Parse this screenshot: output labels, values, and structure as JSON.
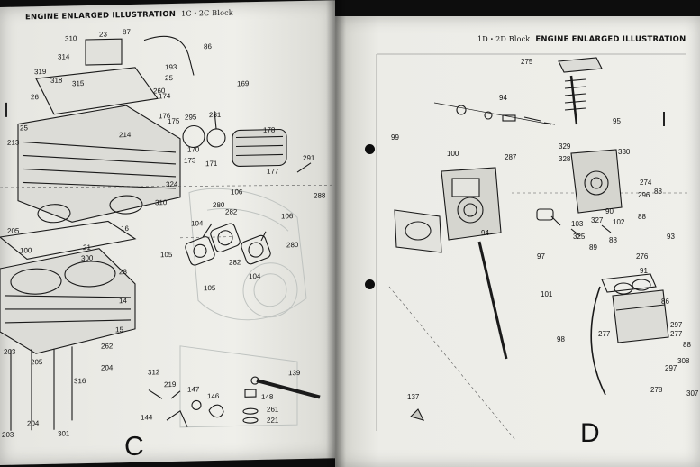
{
  "left_page": {
    "header_title": "ENGINE ENLARGED ILLUSTRATION",
    "header_block": "1C・2C Block",
    "section_letter": "C",
    "part_numbers": [
      "310",
      "23",
      "87",
      "86",
      "314",
      "193",
      "25",
      "319",
      "318",
      "315",
      "26",
      "174",
      "169",
      "260",
      "295",
      "281",
      "178",
      "25",
      "213",
      "214",
      "175",
      "176",
      "170",
      "171",
      "173",
      "177",
      "291",
      "324",
      "310",
      "106",
      "280",
      "282",
      "288",
      "104",
      "105",
      "106",
      "280",
      "282",
      "104",
      "105",
      "300",
      "28",
      "16",
      "205",
      "100",
      "21",
      "14",
      "15",
      "262",
      "203",
      "204",
      "316",
      "205",
      "204",
      "203",
      "301",
      "312",
      "219",
      "147",
      "146",
      "144",
      "139",
      "148",
      "261",
      "221"
    ]
  },
  "right_page": {
    "header_block": "1D・2D Block",
    "header_title": "ENGINE ENLARGED ILLUSTRATION",
    "section_letter": "D",
    "part_numbers": [
      "275",
      "94",
      "99",
      "95",
      "330",
      "329",
      "328",
      "287",
      "100",
      "274",
      "296",
      "88",
      "94",
      "327",
      "90",
      "102",
      "88",
      "325",
      "103",
      "89",
      "88",
      "93",
      "276",
      "97",
      "91",
      "101",
      "86",
      "297",
      "277",
      "98",
      "277",
      "88",
      "308",
      "297",
      "278",
      "307",
      "137"
    ]
  }
}
